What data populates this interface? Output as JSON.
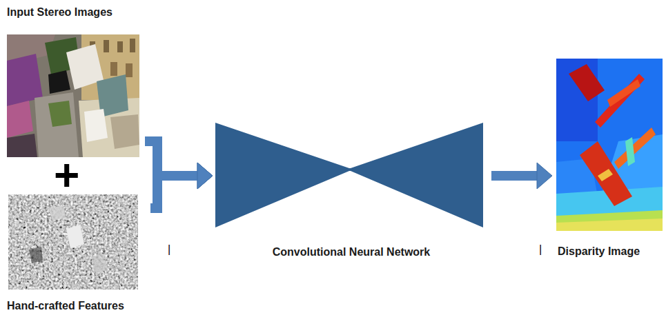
{
  "diagram": {
    "nodes": [
      {
        "text": [
          "Input Stereo Images"
        ]
      },
      {
        "text": [
          "Hand-crafted Features"
        ]
      },
      {
        "text": [
          "Convolutional Neural Network"
        ]
      },
      {
        "text": [
          "Disparity Image"
        ]
      }
    ],
    "edges": [
      {
        "from": 0,
        "to": 2,
        "arrow": "to"
      },
      {
        "from": 1,
        "to": 2,
        "arrow": "to"
      },
      {
        "from": 2,
        "to": 3,
        "arrow": "to"
      }
    ],
    "labels": [
      "+",
      "|",
      "|"
    ]
  }
}
